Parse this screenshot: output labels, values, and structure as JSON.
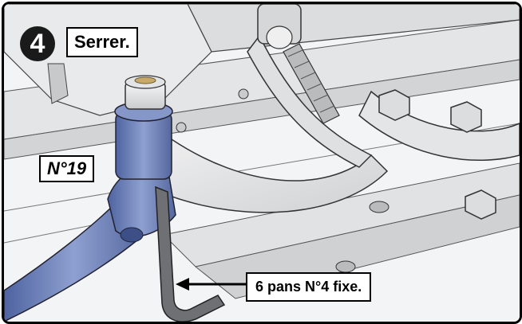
{
  "step": {
    "number": "4",
    "instruction": "Serrer."
  },
  "labels": {
    "wrench_size": "N°19",
    "hex_key": "6 pans N°4 fixe."
  },
  "colors": {
    "frame": "#000000",
    "socket_wrench": "#6b80b8",
    "metal_light": "#e6e7e8",
    "metal_shadow": "#a7a9ac",
    "badge": "#1a1a1a"
  },
  "icons": [
    "hex-key-icon",
    "socket-wrench-icon",
    "bolt-icon",
    "arrow-left-icon"
  ]
}
